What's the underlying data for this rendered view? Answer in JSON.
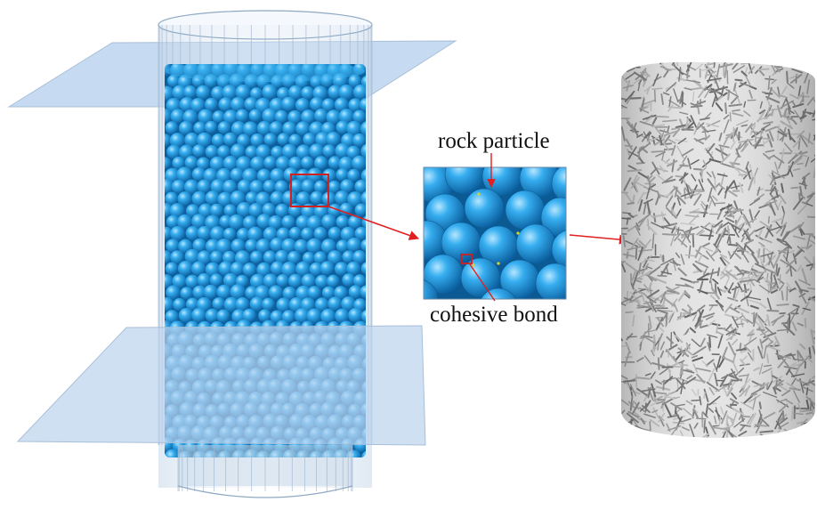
{
  "figure": {
    "labels": {
      "particle": "rock particle",
      "bond": "cohesive bond"
    },
    "colors": {
      "background": "#ffffff",
      "particle": "#29a3e8",
      "particle_highlight": "#8fd6ff",
      "particle_shadow": "#0a5e9c",
      "plate": "#bcd3ee",
      "cylinder": "#9fbbd6",
      "arrow": "#e02020",
      "bond_network": "#8a8a8a"
    },
    "panels": [
      "particle-cylinder-model",
      "zoomed-particle-detail",
      "bond-network-cylinder"
    ]
  }
}
